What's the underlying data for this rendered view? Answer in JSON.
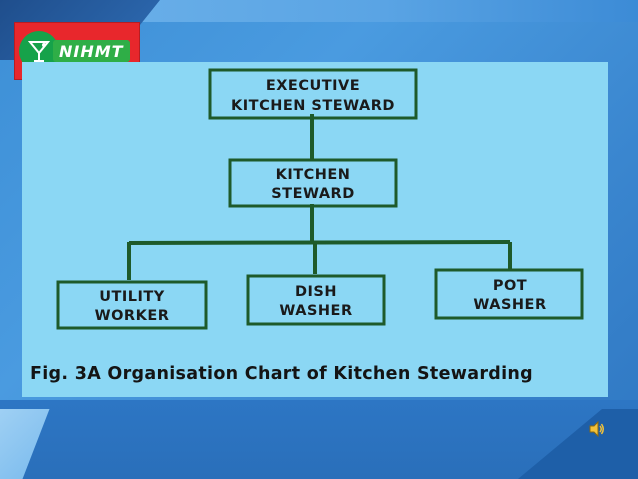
{
  "logo": {
    "text": "NIHMT"
  },
  "chart": {
    "root": {
      "line1": "EXECUTIVE",
      "line2": "KITCHEN STEWARD"
    },
    "mid": {
      "line1": "KITCHEN",
      "line2": "STEWARD"
    },
    "children": [
      {
        "line1": "UTILITY",
        "line2": "WORKER"
      },
      {
        "line1": "DISH",
        "line2": "WASHER"
      },
      {
        "line1": "POT",
        "line2": "WASHER"
      }
    ]
  },
  "caption": "Fig. 3A Organisation Chart of Kitchen Stewarding",
  "icons": {
    "logo": "martini-glass-icon",
    "audio": "speaker-icon"
  }
}
